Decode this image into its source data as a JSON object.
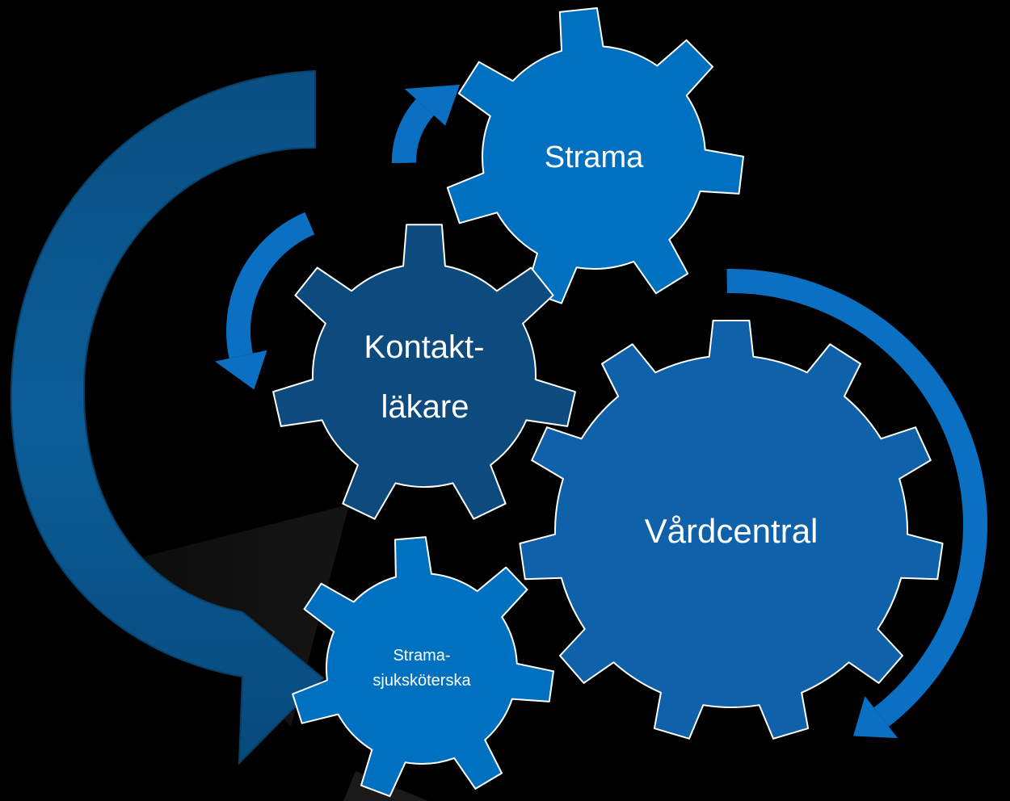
{
  "gears": {
    "strama": {
      "label": "Strama"
    },
    "kontakt": {
      "line1": "Kontakt-",
      "line2": "läkare"
    },
    "vardcentral": {
      "label": "Vårdcentral"
    },
    "sjukskoterska": {
      "line1": "Strama-",
      "line2": "sjuksköterska"
    }
  },
  "colors": {
    "background": "#000000",
    "gear_bright": "#0070c0",
    "gear_medium": "#0f62aa",
    "gear_dark": "#0d4a7e",
    "arrow_bright": "#0b6fc2",
    "arrow_big": "#0a5188",
    "outline": "#ffffff"
  }
}
